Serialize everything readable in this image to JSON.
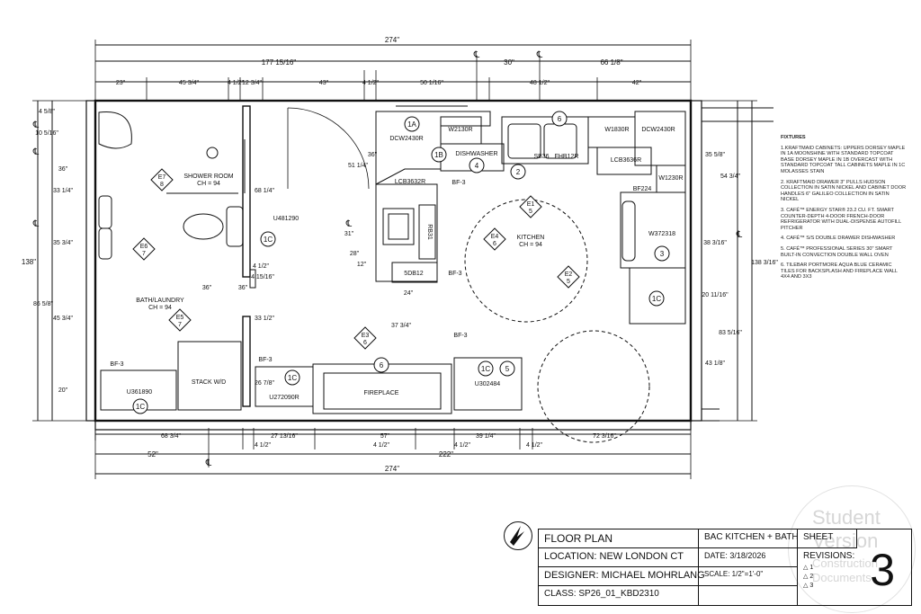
{
  "plan": {
    "overall_top": "274\"",
    "overall_bottom": "274\"",
    "dim_177": "177 15/16\"",
    "dim_30": "30\"",
    "dim_66": "66 1/8\"",
    "top_row": [
      "23\"",
      "45 3/4\"",
      "4 1/2\"",
      "12 3/4\"",
      "43\"",
      "4 1/2\"",
      "50 1/16\"",
      "48 1/2\"",
      "42\""
    ],
    "left_row": [
      "4 5/8\"",
      "10 5/16\"",
      "36\"",
      "33 1/4\"",
      "35 3/4\"",
      "86 5/8\"",
      "45 3/4\"",
      "20\""
    ],
    "left_overall": "138\"",
    "right_overall": "138 3/16\"",
    "right_row": [
      "35 5/8\"",
      "54 3/4\"",
      "38 3/16\"",
      "20 11/16\"",
      "83 5/16\"",
      "43 1/8\""
    ],
    "bottom_row": [
      "68 3/4\"",
      "27 13/16\"",
      "57\"",
      "39 1/4\"",
      "72 3/16\"",
      "4 1/2\"",
      "4 1/2\"",
      "4 1/2\"",
      "4 1/2\""
    ],
    "bottom_52": "52\"",
    "bottom_222": "222\"",
    "interior_dims": [
      "36\"",
      "68 1/4\"",
      "51 1/4\"",
      "36\"",
      "31\"",
      "28\"",
      "12\"",
      "24\"",
      "37 3/4\"",
      "36\"",
      "33 1/2\"",
      "4 1/2\"",
      "4 15/16\"",
      "26 7/8\""
    ],
    "rooms": {
      "shower": "SHOWER ROOM",
      "shower_ch": "CH = 94",
      "bath": "BATH/LAUNDRY",
      "bath_ch": "CH = 94",
      "kitchen": "KITCHEN",
      "kitchen_ch": "CH = 94"
    },
    "labels": [
      "DCW2430R",
      "W2130R",
      "DISHWASHER",
      "SB36",
      "FHB12R",
      "W1830R",
      "DCW2430R",
      "LCB3636R",
      "BF224",
      "W1230R",
      "LCB3632R",
      "BF-3",
      "RB31",
      "5DB12",
      "BF-3",
      "W372318",
      "U481290",
      "BF-3",
      "U361890",
      "STACK W/D",
      "BF-3",
      "U272090R",
      "FIREPLACE",
      "BF-3",
      "U302484"
    ],
    "bubbles": [
      "1A",
      "1B",
      "4",
      "2",
      "6",
      "3",
      "1C",
      "1C",
      "1C",
      "1C",
      "1C",
      "5",
      "6"
    ],
    "elevations": [
      {
        "code": "E7",
        "n": "8"
      },
      {
        "code": "E6",
        "n": "7"
      },
      {
        "code": "E5",
        "n": "7"
      },
      {
        "code": "E1",
        "n": "5"
      },
      {
        "code": "E4",
        "n": "6"
      },
      {
        "code": "E2",
        "n": "5"
      },
      {
        "code": "E3",
        "n": "6"
      }
    ],
    "centerline": "℄"
  },
  "fixtures": {
    "title": "FIXTURES",
    "items": [
      "1.KRAFTMAID CABINETS: UPPERS DORSEY MAPLE IN 1A MOONSHINE WITH STANDARD TOPCOAT BASE DORSEY MAPLE IN 1B OVERCAST WITH STANDARD TOPCOAT TALL CABINETS MAPLE IN 1C MOLASSES STAIN",
      "2. KRAFTMAID DRAWER 3\" PULLS HUDSON COLLECTION IN SATIN NICKEL AND CABINET DOOR HANDLES 6\" GALILEO COLLECTION IN SATIN NICKEL",
      "3. CAFÉ™ ENERGY STAR® 23.2 CU. FT. SMART COUNTER-DEPTH 4-DOOR FRENCH-DOOR REFRIGERATOR WITH DUAL-DISPENSE AUTOFILL PITCHER",
      "4. CAFÉ™ S/S DOUBLE DRAWER DISHWASHER",
      "5. CAFÉ™ PROFESSIONAL SERIES 30\" SMART BUILT-IN CONVECTION DOUBLE WALL OVEN",
      "6. TILEBAR PORTMORE AQUA BLUE CERAMIC TILES FOR BACKSPLASH AND FIREPLACE WALL 4X4 AND 3X3"
    ]
  },
  "title_block": {
    "floor_plan": "FLOOR PLAN",
    "project": "BAC KITCHEN + BATH",
    "sheet_label": "SHEET",
    "location": "LOCATION: NEW LONDON CT",
    "date": "DATE: 3/18/2026",
    "designer": "DESIGNER: MICHAEL MOHRLANG",
    "scale": "SCALE: 1/2\"=1'-0\"",
    "class": "CLASS: SP26_01_KBD2310",
    "revisions": "REVISIONS:",
    "rev_marks": [
      "1",
      "2",
      "3"
    ],
    "sheet_number": "3"
  },
  "watermark": [
    "Student",
    "Version",
    "Construction",
    "Documents"
  ]
}
